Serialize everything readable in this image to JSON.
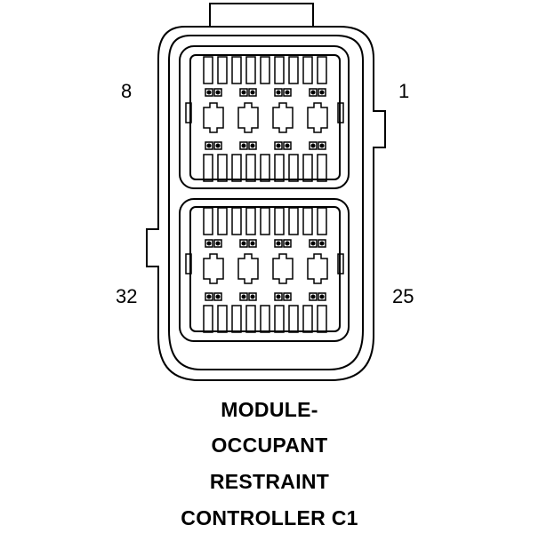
{
  "diagram": {
    "pin_labels": {
      "top_left": "8",
      "top_right": "1",
      "bottom_left": "32",
      "bottom_right": "25"
    },
    "caption": [
      "MODULE-",
      "OCCUPANT",
      "RESTRAINT",
      "CONTROLLER C1"
    ],
    "colors": {
      "line": "#000000",
      "background": "#ffffff"
    }
  }
}
